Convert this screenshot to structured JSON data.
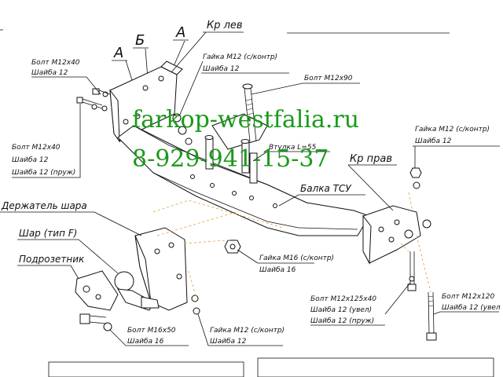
{
  "views": {
    "a1": "А",
    "b": "Б",
    "a2": "А"
  },
  "labels": {
    "kr_lev": "Кр лев",
    "bolt_m12x40_top": "Болт M12x40",
    "shayba12_top": "Шайба 12",
    "gayka_m12_top": "Гайка M12 (с/контр)",
    "shayba12_top2": "Шайба 12",
    "bolt_m12x90": "Болт M12x90",
    "bolt_m12x40_left": "Болт M12x40",
    "shayba12_left": "Шайба 12",
    "shayba12_pruzh_left": "Шайба 12 (пруж)",
    "gayka_m12_right": "Гайка M12 (с/контр)",
    "shayba12_right": "Шайба 12",
    "vtulka": "Втулка L=55",
    "kr_prav": "Кр прав",
    "balka": "Балка ТСУ",
    "derzhatel": "Держатель шара",
    "shar": "Шар (тип F)",
    "podrozetnik": "Подрозетник",
    "gayka_m16": "Гайка M16 (с/контр)",
    "shayba16": "Шайба 16",
    "bolt_m12x125": "Болт M12x125x40",
    "shayba12_uvel": "Шайба 12 (увел)",
    "shayba12_pruzh": "Шайба 12 (пруж)",
    "bolt_m12x120": "Болт M12x120",
    "shayba12_uvel2": "Шайба 12 (увел",
    "bolt_m16x50": "Болт M16x50",
    "shayba16_b": "Шайба 16",
    "gayka_m12_bottom": "Гайка M12 (с/контр)",
    "shayba12_bottom": "Шайба 12"
  },
  "watermark": {
    "site": "farkop-westfalia.ru",
    "phone": "8-929-941-15-37"
  },
  "colors": {
    "ink": "#111111",
    "watermark": "#1a9a1a",
    "hidden_lines": "#e0a040"
  }
}
